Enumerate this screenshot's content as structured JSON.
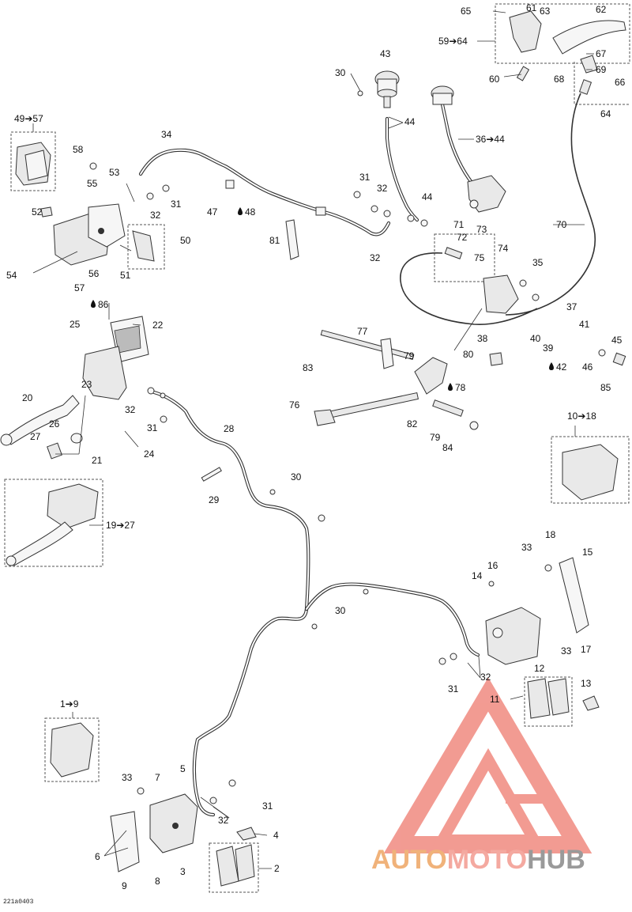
{
  "diagram_code": "221a0403",
  "watermark": {
    "brand_parts": [
      "AUTO",
      "MOTO",
      "HUB"
    ],
    "colors": {
      "auto": "#f0b27a",
      "moto": "#f4a9a0",
      "hub": "#9a9a9a",
      "logo": "#f08a80"
    }
  },
  "labels": [
    {
      "t": "65"
    },
    {
      "t": "61"
    },
    {
      "t": "63"
    },
    {
      "t": "62"
    },
    {
      "t": "59➔64"
    },
    {
      "t": "67"
    },
    {
      "t": "69"
    },
    {
      "t": "66"
    },
    {
      "t": "68"
    },
    {
      "t": "60"
    },
    {
      "t": "64"
    },
    {
      "t": "30"
    },
    {
      "t": "43"
    },
    {
      "t": "44"
    },
    {
      "t": "36➔44"
    },
    {
      "t": "49➔57"
    },
    {
      "t": "58"
    },
    {
      "t": "34"
    },
    {
      "t": "53"
    },
    {
      "t": "55"
    },
    {
      "t": "31"
    },
    {
      "t": "32"
    },
    {
      "t": "31"
    },
    {
      "t": "32"
    },
    {
      "t": "44"
    },
    {
      "t": "47"
    },
    {
      "t": "48"
    },
    {
      "t": "52"
    },
    {
      "t": "50"
    },
    {
      "t": "81"
    },
    {
      "t": "71"
    },
    {
      "t": "72"
    },
    {
      "t": "73"
    },
    {
      "t": "70"
    },
    {
      "t": "32"
    },
    {
      "t": "74"
    },
    {
      "t": "75"
    },
    {
      "t": "35"
    },
    {
      "t": "54"
    },
    {
      "t": "57"
    },
    {
      "t": "56"
    },
    {
      "t": "51"
    },
    {
      "t": "86"
    },
    {
      "t": "22"
    },
    {
      "t": "25"
    },
    {
      "t": "37"
    },
    {
      "t": "41"
    },
    {
      "t": "38"
    },
    {
      "t": "40"
    },
    {
      "t": "39"
    },
    {
      "t": "45"
    },
    {
      "t": "77"
    },
    {
      "t": "80"
    },
    {
      "t": "42"
    },
    {
      "t": "46"
    },
    {
      "t": "83"
    },
    {
      "t": "79"
    },
    {
      "t": "85"
    },
    {
      "t": "20"
    },
    {
      "t": "23"
    },
    {
      "t": "78"
    },
    {
      "t": "76"
    },
    {
      "t": "32"
    },
    {
      "t": "26"
    },
    {
      "t": "31"
    },
    {
      "t": "28"
    },
    {
      "t": "82"
    },
    {
      "t": "10➔18"
    },
    {
      "t": "27"
    },
    {
      "t": "24"
    },
    {
      "t": "21"
    },
    {
      "t": "79"
    },
    {
      "t": "84"
    },
    {
      "t": "30"
    },
    {
      "t": "29"
    },
    {
      "t": "19➔27"
    },
    {
      "t": "18"
    },
    {
      "t": "33"
    },
    {
      "t": "15"
    },
    {
      "t": "16"
    },
    {
      "t": "14"
    },
    {
      "t": "30"
    },
    {
      "t": "33"
    },
    {
      "t": "17"
    },
    {
      "t": "12"
    },
    {
      "t": "32"
    },
    {
      "t": "31"
    },
    {
      "t": "13"
    },
    {
      "t": "11"
    },
    {
      "t": "1➔9"
    },
    {
      "t": "33"
    },
    {
      "t": "7"
    },
    {
      "t": "5"
    },
    {
      "t": "31"
    },
    {
      "t": "32"
    },
    {
      "t": "4"
    },
    {
      "t": "6"
    },
    {
      "t": "3"
    },
    {
      "t": "2"
    },
    {
      "t": "9"
    },
    {
      "t": "8"
    }
  ]
}
